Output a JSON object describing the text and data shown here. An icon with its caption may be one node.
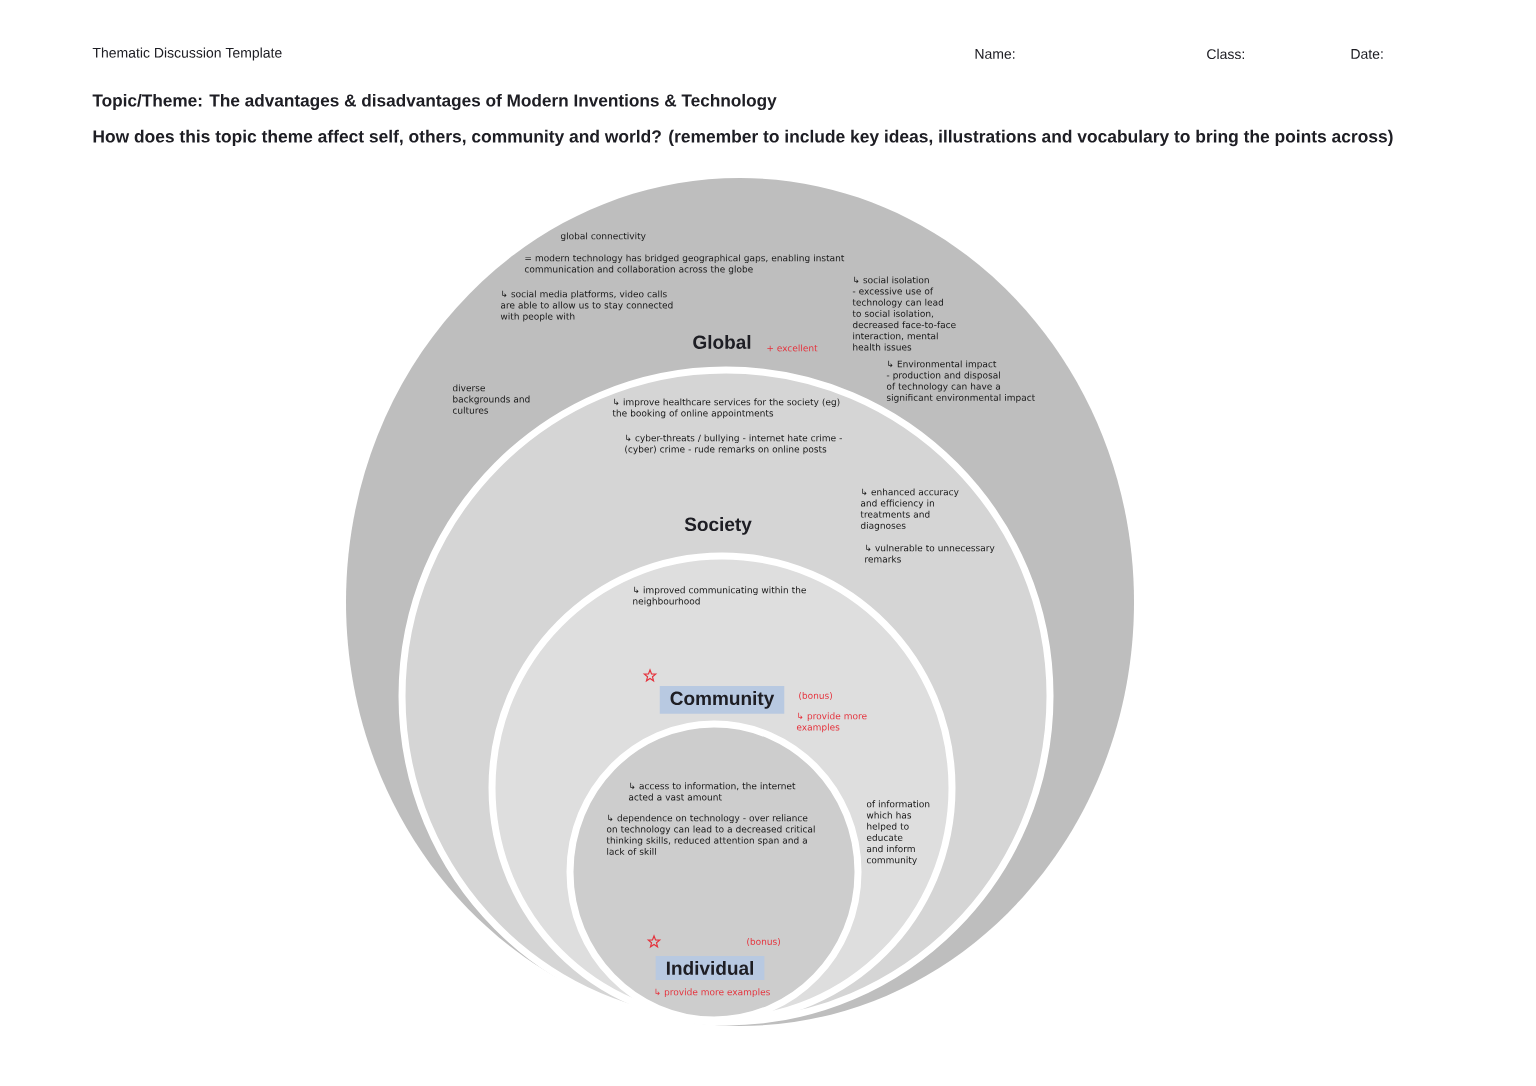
{
  "diagram": {
    "title": "Topic/Theme: The advantages & disadvantages of Modern Inventions & Technology",
    "labels": [
      "Thematic Discussion Template",
      "Name:",
      "Class:",
      "Date:",
      "How does this topic theme affect self, others, community and world? (remember to include key ideas, illustrations and vocabulary to bring the points across)"
    ],
    "nodes": [
      {
        "text": [
          "global connectivity",
          "= modern technology has bridged geographical gaps, enabling instant communication and collaboration across the globe",
          "↳ social media platforms, video calls are able to allow us to stay connected with people with",
          "Global",
          "+ excellent",
          "diverse backgrounds and cultures",
          "↳ social isolation - excessive use of technology can lead to social isolation, decreased face-to-face interaction, mental health issues",
          "↳ Environmental impact - production and disposal of technology can have a significant environmental impact"
        ]
      },
      {
        "text": [
          "↳ improve healthcare services for the society (eg) the booking of online appointments",
          "↳ cyber-threats / bullying - internet hate crime - (cyber) crime - rude remarks on online posts",
          "Society",
          "↳ enhanced accuracy and efficiency in treatments and diagnoses",
          "↳ vulnerable to unnecessary remarks"
        ],
        "in": 0
      },
      {
        "text": [
          "↳ improved communicating within the neighbourhood",
          "Community",
          "(bonus)",
          "↳ provide more examples",
          "of information which has helped to educate and inform community"
        ],
        "in": 1
      },
      {
        "text": [
          "↳ access to information, the internet acted a vast amount",
          "↳ dependence on technology - over reliance on technology can lead to a decreased critical thinking skills, reduced attention span and a lack of skill",
          "(bonus)",
          "Individual",
          "↳ provide more examples"
        ],
        "in": 2
      }
    ]
  }
}
